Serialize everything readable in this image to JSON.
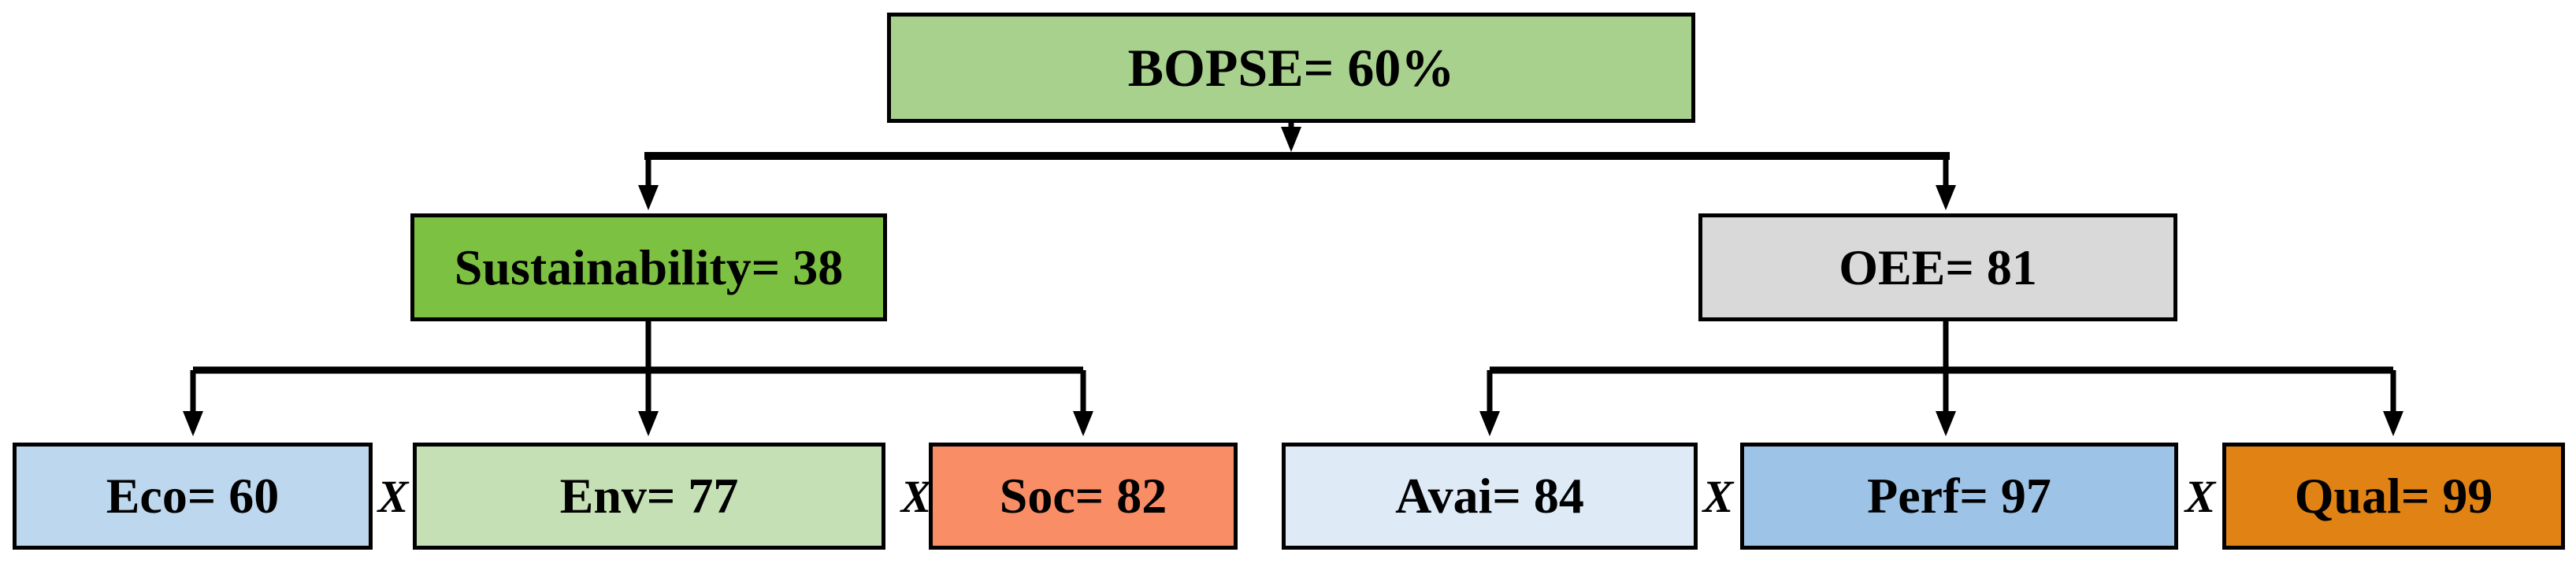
{
  "diagram": {
    "root": {
      "label": "BOPSE= 60%",
      "fill": "#A9D18E"
    },
    "level2": {
      "sustainability": {
        "label": "Sustainability= 38",
        "fill": "#7CC142"
      },
      "oee": {
        "label": "OEE= 81",
        "fill": "#D9D9D9"
      }
    },
    "level3": {
      "eco": {
        "label": "Eco= 60",
        "fill": "#BDD7EE"
      },
      "env": {
        "label": "Env= 77",
        "fill": "#C5E0B4"
      },
      "soc": {
        "label": "Soc= 82",
        "fill": "#F98E66"
      },
      "avai": {
        "label": "Avai= 84",
        "fill": "#DEEBF7"
      },
      "perf": {
        "label": "Perf= 97",
        "fill": "#9DC3E6"
      },
      "qual": {
        "label": "Qual= 99",
        "fill": "#E08214"
      }
    },
    "multiply_symbol": "X",
    "line_color": "#000000",
    "border_color": "#000000",
    "text_color": "#000000"
  }
}
